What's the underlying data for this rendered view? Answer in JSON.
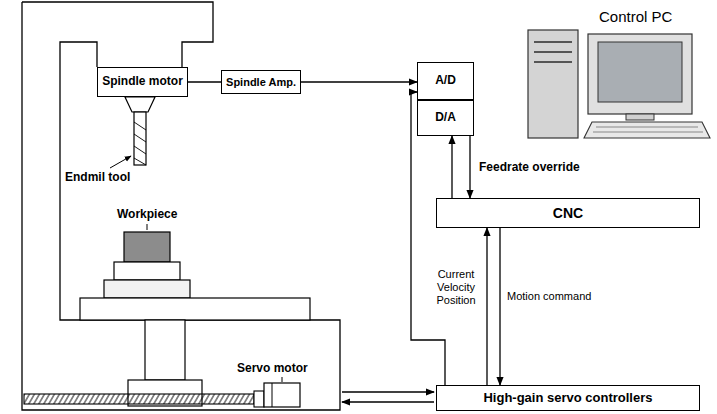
{
  "diagram": {
    "nodes": [
      {
        "text": [
          "Spindle motor"
        ]
      },
      {
        "text": [
          "Spindle Amp."
        ]
      },
      {
        "text": [
          "A/D"
        ]
      },
      {
        "text": [
          "D/A"
        ]
      },
      {
        "text": [
          "CNC"
        ]
      },
      {
        "text": [
          "High-gain servo controllers"
        ]
      }
    ],
    "edges": [
      {
        "from": 0,
        "to": 1,
        "arrow": "none"
      },
      {
        "from": 1,
        "to": 2,
        "arrow": "to"
      },
      {
        "from": 4,
        "to": 3,
        "arrow": "to"
      },
      {
        "from": 3,
        "to": 4,
        "label": "Feedrate override",
        "arrow": "to"
      },
      {
        "from": 5,
        "to": 4,
        "label": "Current Velocity Position",
        "arrow": "to"
      },
      {
        "from": 4,
        "to": 5,
        "label": "Motion command",
        "arrow": "to"
      },
      {
        "from": 5,
        "to": 2,
        "arrow": "to"
      }
    ],
    "labels": [
      "Control PC",
      "Endmil tool",
      "Workpiece",
      "Servo motor"
    ]
  }
}
